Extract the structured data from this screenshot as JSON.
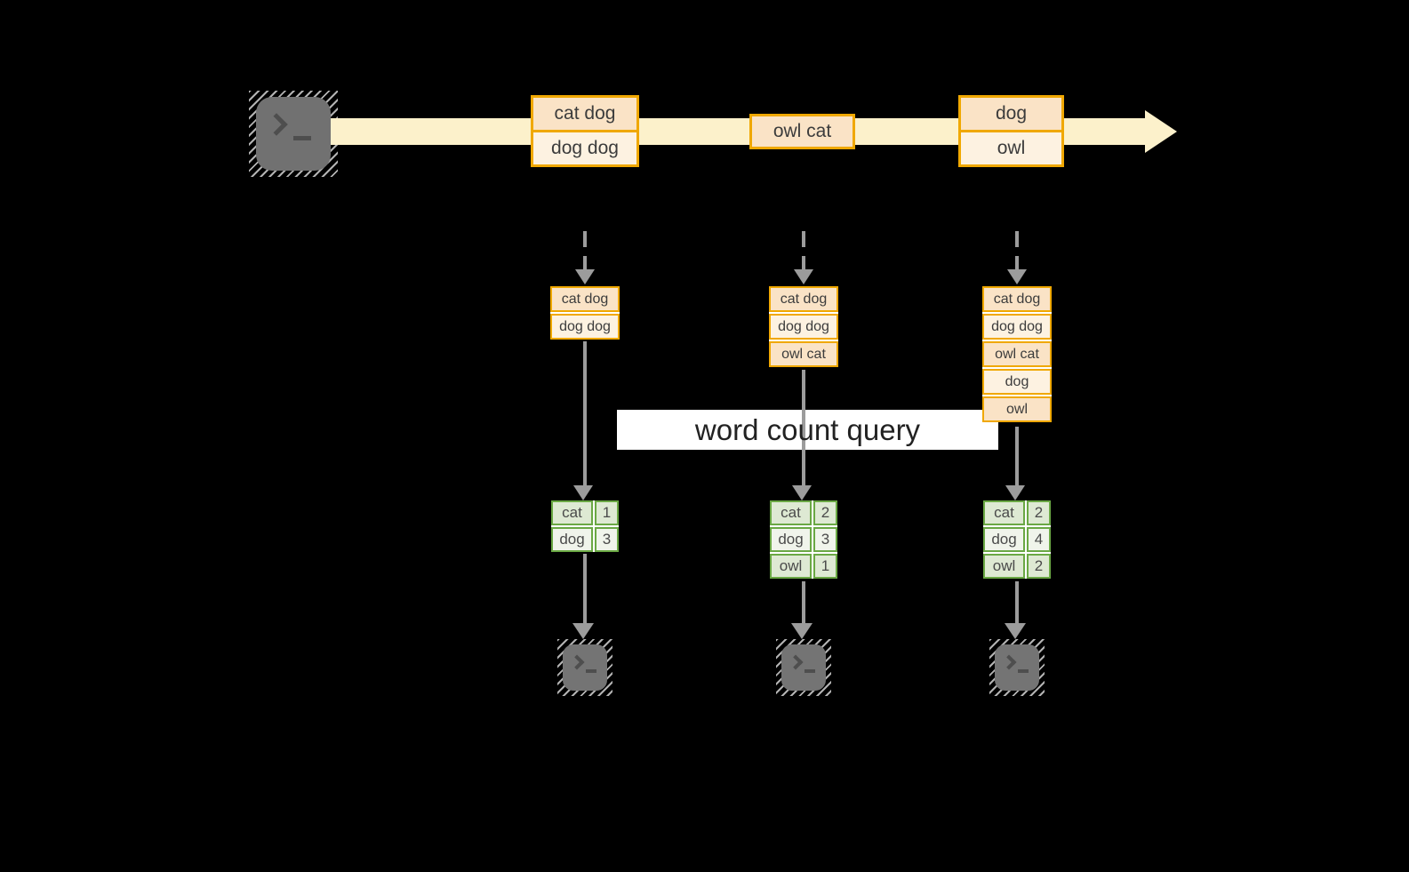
{
  "banner": {
    "label": "word count query"
  },
  "stream": {
    "events": [
      {
        "cells": [
          "cat dog",
          "dog dog"
        ]
      },
      {
        "cells": [
          "owl cat"
        ]
      },
      {
        "cells": [
          "dog",
          "owl"
        ]
      }
    ]
  },
  "columns": [
    {
      "state_cells": [
        "cat dog",
        "dog dog"
      ],
      "count_rows": [
        [
          "cat",
          "1"
        ],
        [
          "dog",
          "3"
        ]
      ]
    },
    {
      "state_cells": [
        "cat dog",
        "dog dog",
        "owl cat"
      ],
      "count_rows": [
        [
          "cat",
          "2"
        ],
        [
          "dog",
          "3"
        ],
        [
          "owl",
          "1"
        ]
      ]
    },
    {
      "state_cells": [
        "cat dog",
        "dog dog",
        "owl cat",
        "dog",
        "owl"
      ],
      "count_rows": [
        [
          "cat",
          "2"
        ],
        [
          "dog",
          "4"
        ],
        [
          "owl",
          "2"
        ]
      ]
    }
  ],
  "icons": {
    "source": "terminal-icon",
    "sinks": [
      "terminal-icon",
      "terminal-icon",
      "terminal-icon"
    ]
  },
  "colors": {
    "background": "#000000",
    "stream_band": "#fcf1cb",
    "event_border": "#f0a800",
    "event_fill_peach": "#fae3c6",
    "event_fill_cream": "#fdf2e1",
    "table_border": "#6aa844",
    "table_row_odd": "#dee9d3",
    "table_row_even": "#f0f4eb",
    "arrow_gray": "#9c9c9c",
    "banner_bg": "#ffffff",
    "terminal_gray": "#717171"
  }
}
